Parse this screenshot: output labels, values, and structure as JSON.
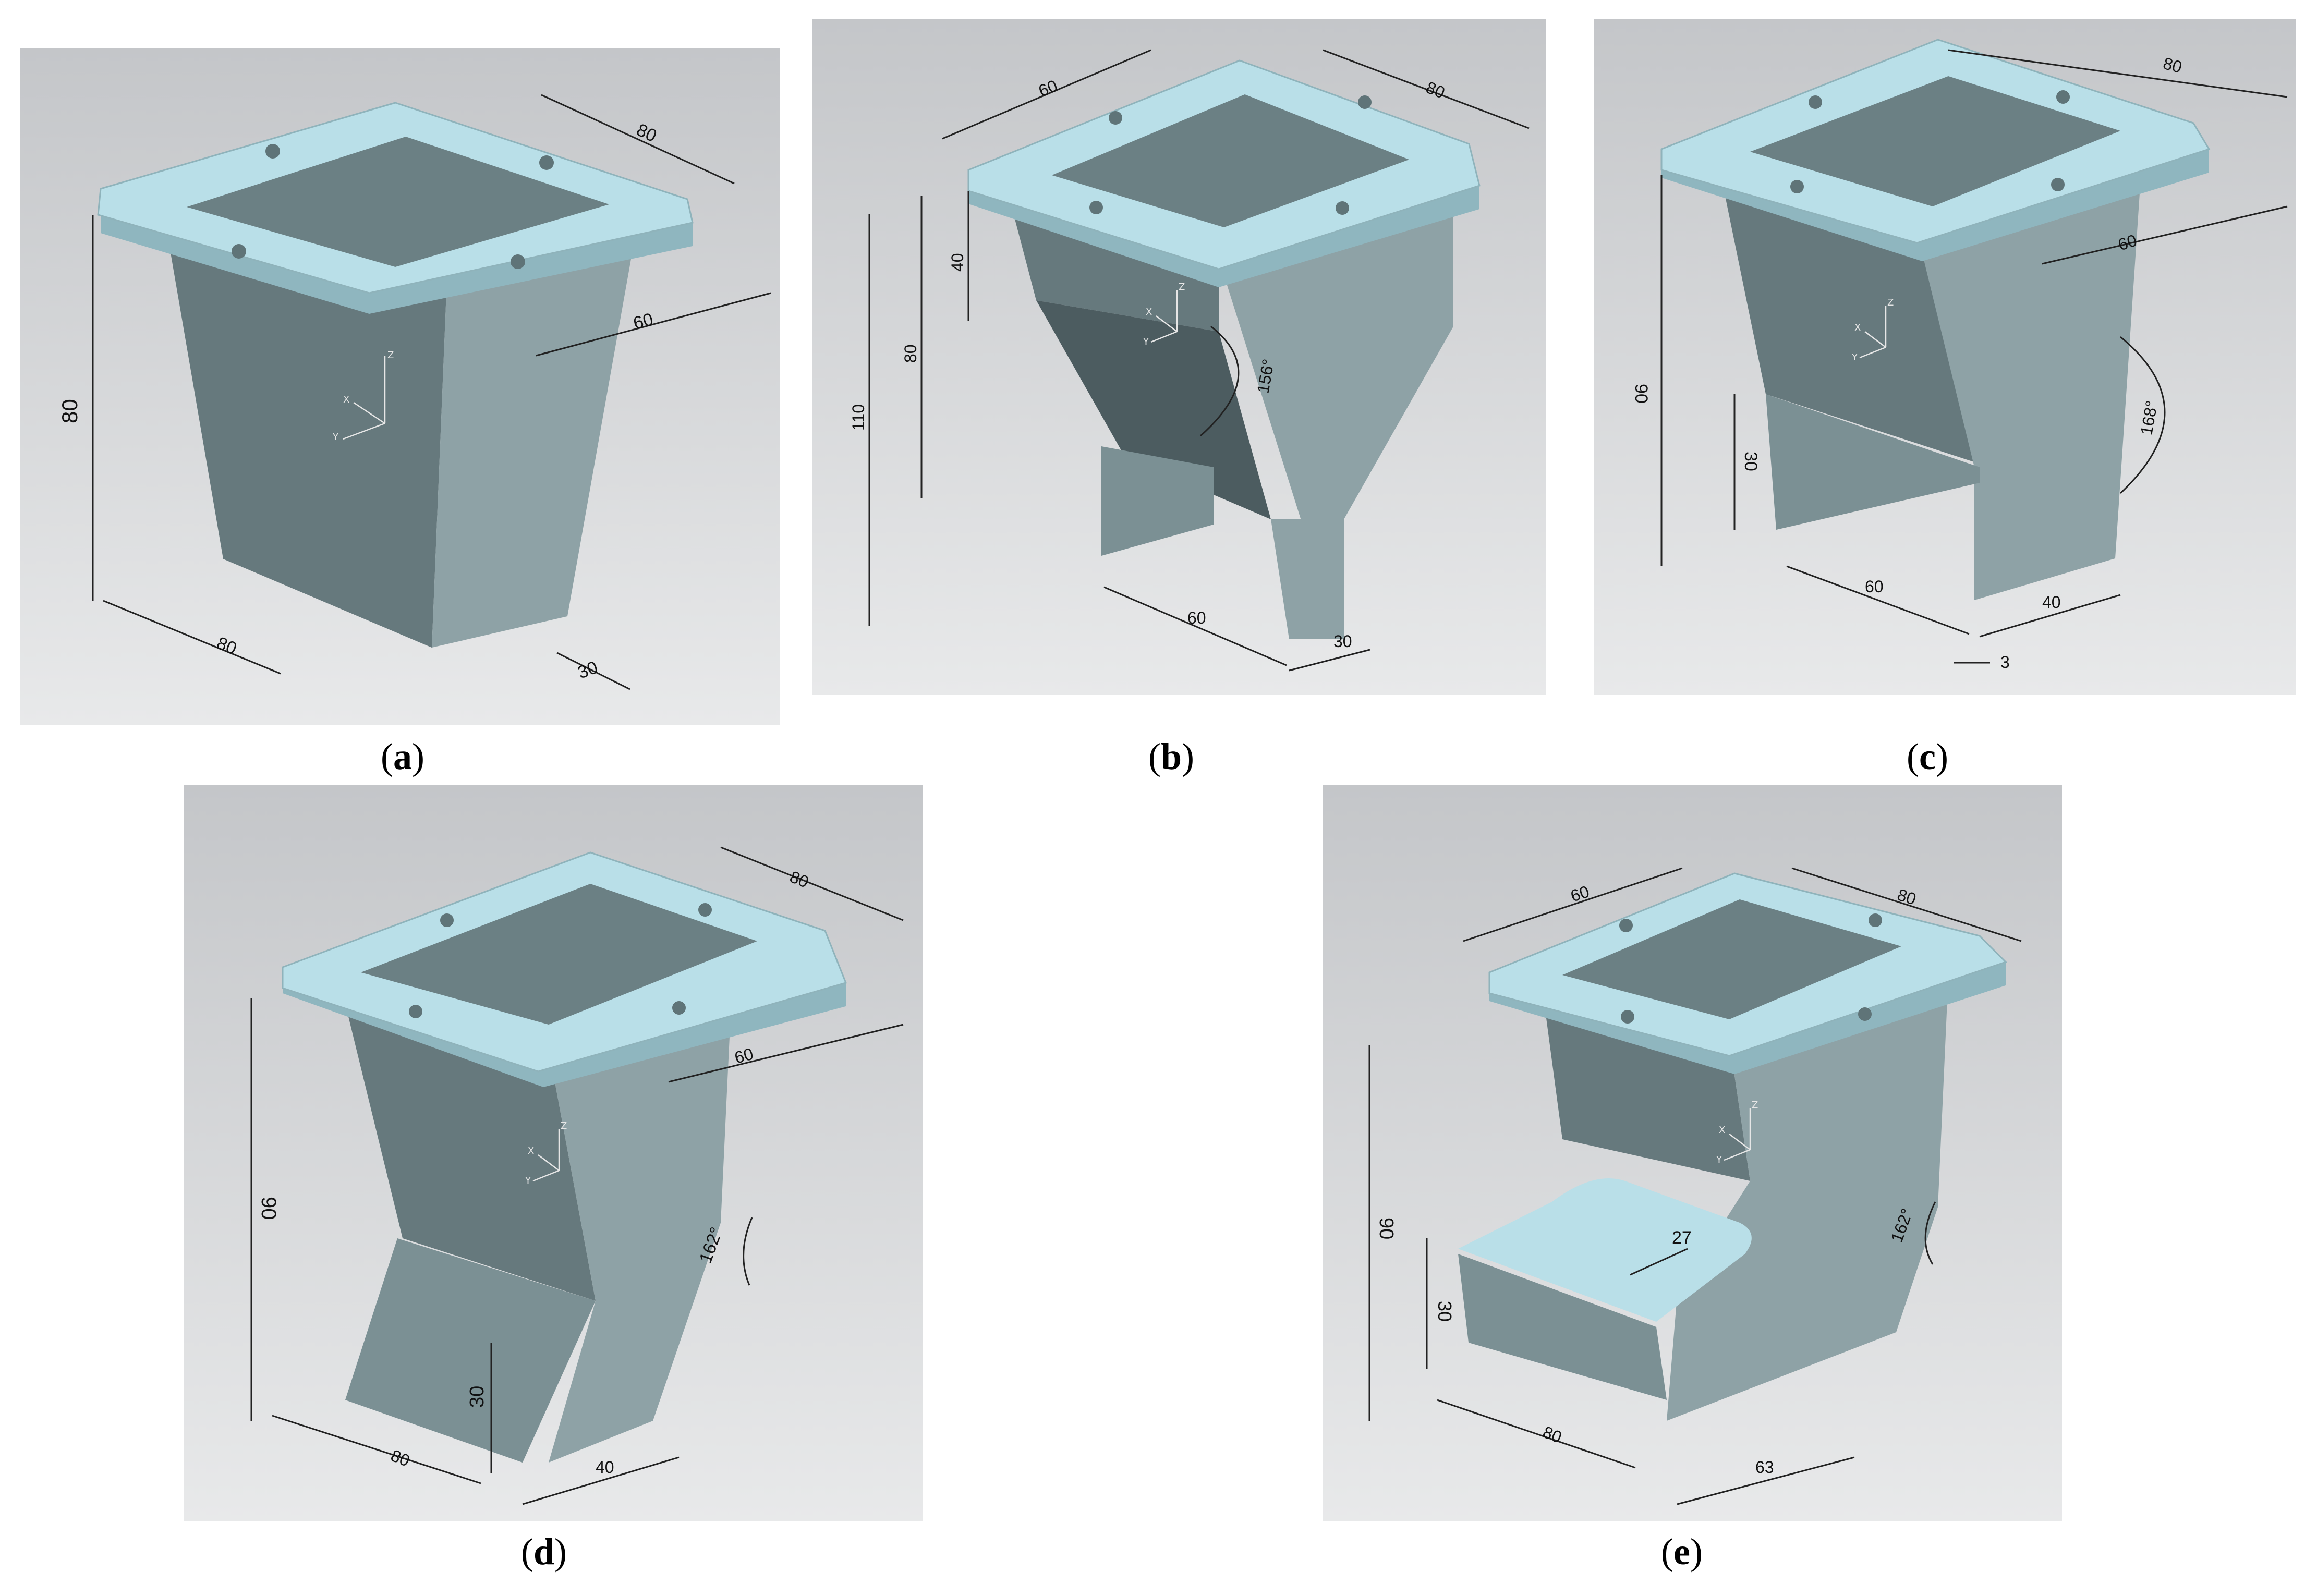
{
  "figure": {
    "panels": [
      {
        "id": "a",
        "caption_letter": "a",
        "dims": {
          "d1": "80",
          "d2": "80",
          "d3": "60",
          "d4": "80",
          "d5": "30"
        }
      },
      {
        "id": "b",
        "caption_letter": "b",
        "dims": {
          "d1": "60",
          "d2": "80",
          "d3": "40",
          "d4": "80",
          "d5": "110",
          "d6": "156°",
          "d7": "60",
          "d8": "30"
        }
      },
      {
        "id": "c",
        "caption_letter": "c",
        "dims": {
          "d1": "80",
          "d2": "60",
          "d3": "90",
          "d4": "30",
          "d5": "168°",
          "d6": "60",
          "d7": "40",
          "d8": "3"
        }
      },
      {
        "id": "d",
        "caption_letter": "d",
        "dims": {
          "d1": "80",
          "d2": "60",
          "d3": "90",
          "d4": "162°",
          "d5": "30",
          "d6": "80",
          "d7": "40"
        }
      },
      {
        "id": "e",
        "caption_letter": "e",
        "dims": {
          "d1": "60",
          "d2": "80",
          "d3": "90",
          "d4": "27",
          "d5": "162°",
          "d6": "30",
          "d7": "80",
          "d8": "63"
        }
      }
    ],
    "triad_labels": {
      "x": "X",
      "y": "Y",
      "z": "Z"
    }
  }
}
